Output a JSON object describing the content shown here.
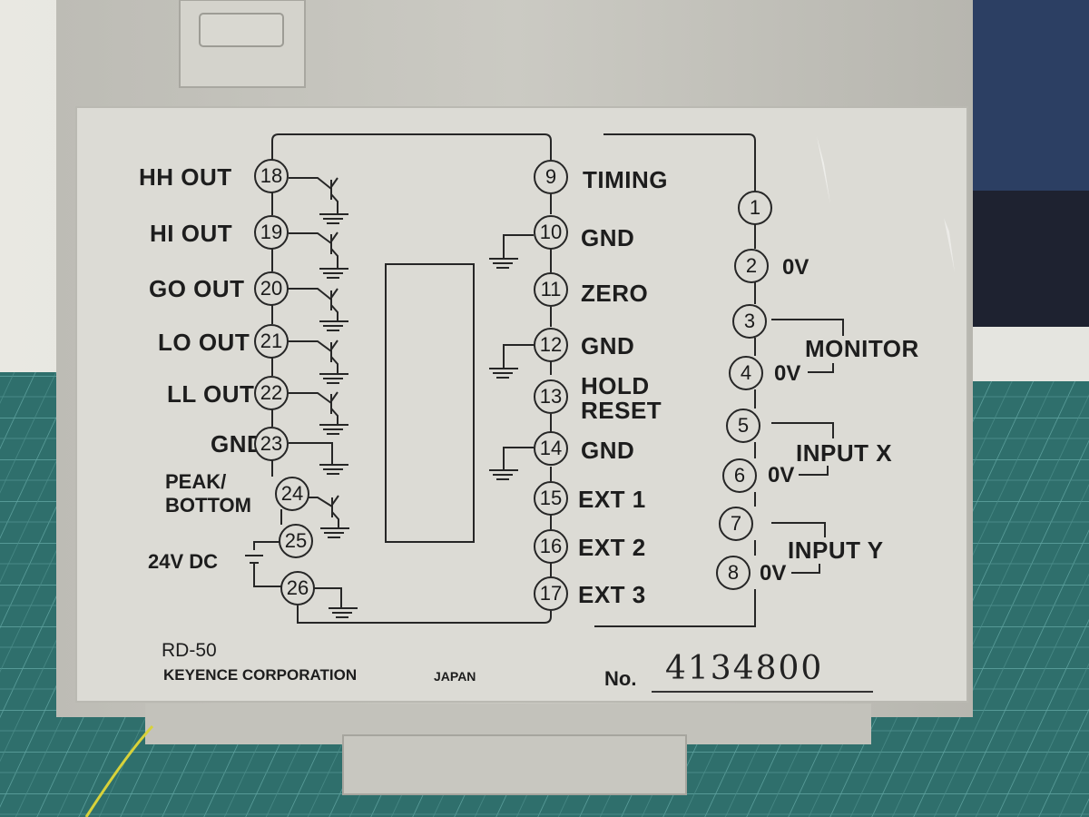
{
  "device": {
    "model": "RD-50",
    "manufacturer": "KEYENCE CORPORATION",
    "country": "JAPAN",
    "serial_prefix": "No.",
    "serial_number": "4134800"
  },
  "left_terminals": [
    {
      "pin": "18",
      "label": "HH OUT"
    },
    {
      "pin": "19",
      "label": "HI OUT"
    },
    {
      "pin": "20",
      "label": "GO OUT"
    },
    {
      "pin": "21",
      "label": "LO OUT"
    },
    {
      "pin": "22",
      "label": "LL OUT"
    },
    {
      "pin": "23",
      "label": "GND"
    },
    {
      "pin": "24",
      "label": "PEAK/ BOTTOM"
    },
    {
      "pin": "25",
      "label": ""
    },
    {
      "pin": "26",
      "label": ""
    }
  ],
  "power_label": "24V DC",
  "middle_terminals": [
    {
      "pin": "9",
      "label": "TIMING"
    },
    {
      "pin": "10",
      "label": "GND"
    },
    {
      "pin": "11",
      "label": "ZERO"
    },
    {
      "pin": "12",
      "label": "GND"
    },
    {
      "pin": "13",
      "label": "HOLD RESET"
    },
    {
      "pin": "14",
      "label": "GND"
    },
    {
      "pin": "15",
      "label": "EXT 1"
    },
    {
      "pin": "16",
      "label": "EXT 2"
    },
    {
      "pin": "17",
      "label": "EXT 3"
    }
  ],
  "right_terminals": [
    {
      "pin": "1",
      "label": ""
    },
    {
      "pin": "2",
      "label": "0V"
    },
    {
      "pin": "3",
      "label": ""
    },
    {
      "pin": "4",
      "label": "0V"
    },
    {
      "pin": "5",
      "label": ""
    },
    {
      "pin": "6",
      "label": "0V"
    },
    {
      "pin": "7",
      "label": ""
    },
    {
      "pin": "8",
      "label": "0V"
    }
  ],
  "group_labels": {
    "monitor": "MONITOR",
    "input_x": "INPUT X",
    "input_y": "INPUT Y"
  },
  "colors": {
    "housing": "#c9c8c1",
    "label_panel": "#dcdbd5",
    "cutting_mat": "#2f6f6c",
    "mat_grid": "#5fa3a0",
    "ink": "#1d1d1d",
    "wire": "#d8d23a"
  }
}
